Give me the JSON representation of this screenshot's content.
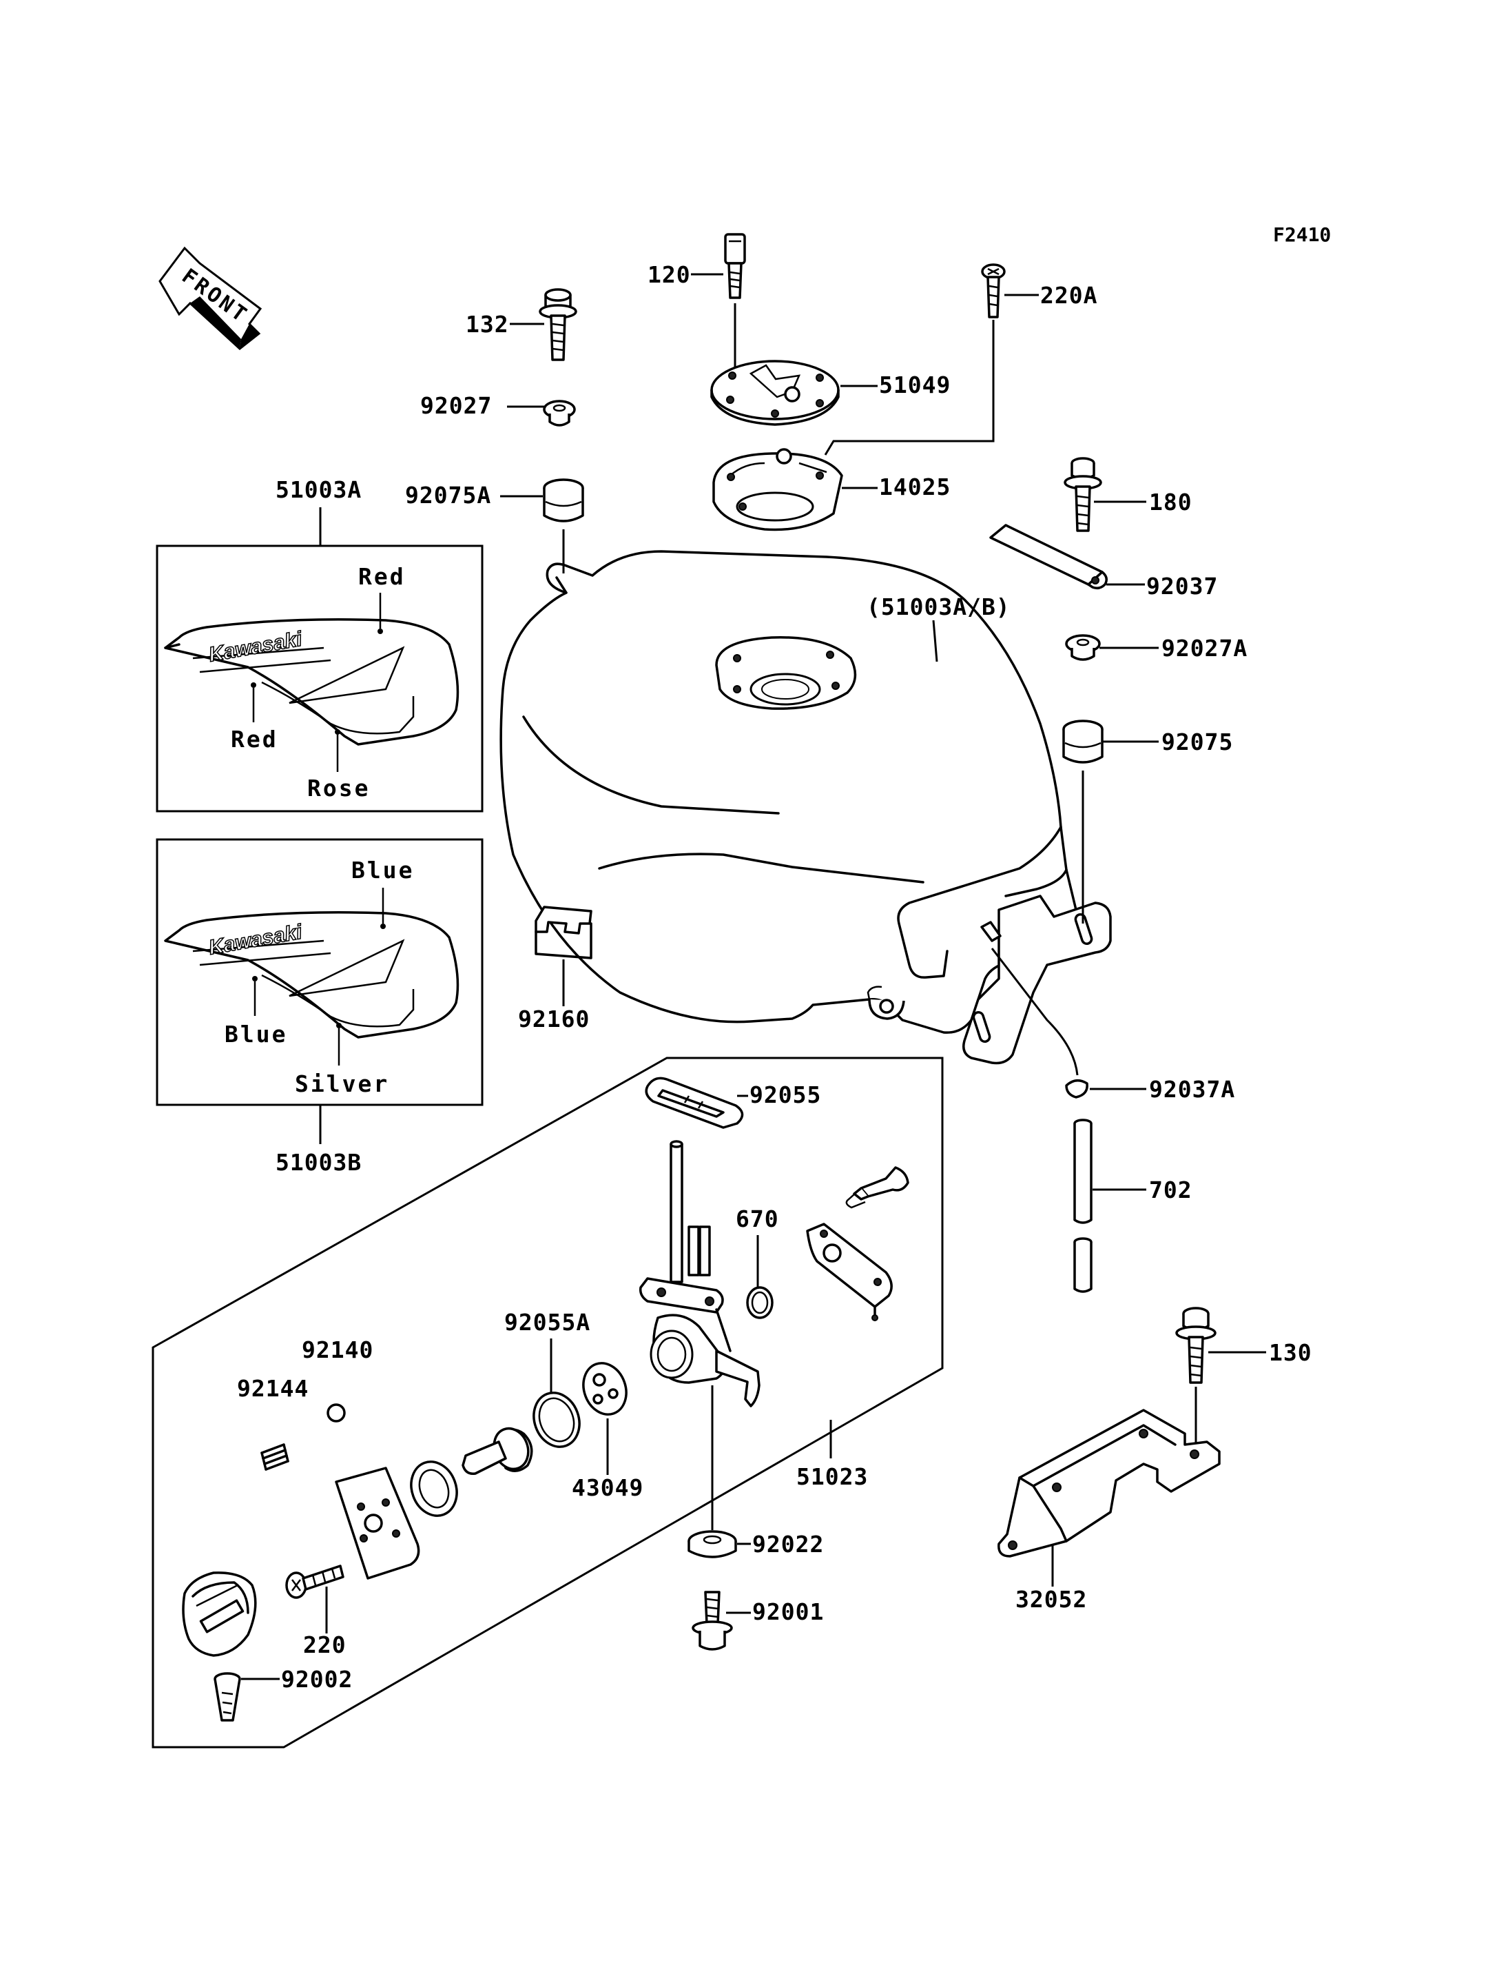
{
  "figure_code": "F2410",
  "front_arrow": {
    "label": "FRONT",
    "icon": "front-direction-arrow"
  },
  "decal_panels": [
    {
      "part_no": "51003A",
      "brand": "Kawasaki",
      "colors": [
        "Red",
        "Red",
        "Rose"
      ]
    },
    {
      "part_no": "51003B",
      "brand": "Kawasaki",
      "colors": [
        "Blue",
        "Blue",
        "Silver"
      ]
    }
  ],
  "tank_label": "(51003A/B)",
  "fuel_cock_assembly": "51023",
  "callouts": [
    "120",
    "220A",
    "132",
    "51049",
    "92027",
    "14025",
    "92075A",
    "180",
    "92037",
    "92027A",
    "92075",
    "92160",
    "92037A",
    "92055",
    "702",
    "670",
    "92055A",
    "92140",
    "92144",
    "130",
    "43049",
    "92022",
    "32052",
    "220",
    "92001",
    "92002"
  ]
}
